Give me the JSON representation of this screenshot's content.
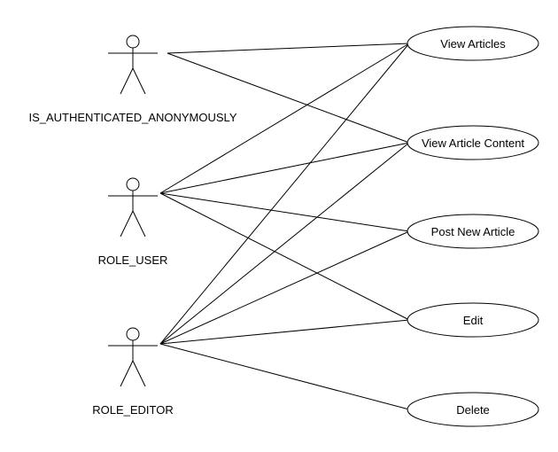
{
  "diagram": {
    "type": "uml-use-case",
    "actors": [
      {
        "id": "anon",
        "label": "IS_AUTHENTICATED_ANONYMOUSLY"
      },
      {
        "id": "user",
        "label": "ROLE_USER"
      },
      {
        "id": "editor",
        "label": "ROLE_EDITOR"
      }
    ],
    "use_cases": [
      {
        "id": "view_articles",
        "label": "View Articles"
      },
      {
        "id": "view_content",
        "label": "View Article Content"
      },
      {
        "id": "post_new",
        "label": "Post New Article"
      },
      {
        "id": "edit",
        "label": "Edit"
      },
      {
        "id": "delete",
        "label": "Delete"
      }
    ],
    "associations": [
      {
        "from": "anon",
        "to": "view_articles"
      },
      {
        "from": "anon",
        "to": "view_content"
      },
      {
        "from": "user",
        "to": "view_articles"
      },
      {
        "from": "user",
        "to": "view_content"
      },
      {
        "from": "user",
        "to": "post_new"
      },
      {
        "from": "user",
        "to": "edit"
      },
      {
        "from": "editor",
        "to": "view_articles"
      },
      {
        "from": "editor",
        "to": "view_content"
      },
      {
        "from": "editor",
        "to": "post_new"
      },
      {
        "from": "editor",
        "to": "edit"
      },
      {
        "from": "editor",
        "to": "delete"
      }
    ]
  }
}
